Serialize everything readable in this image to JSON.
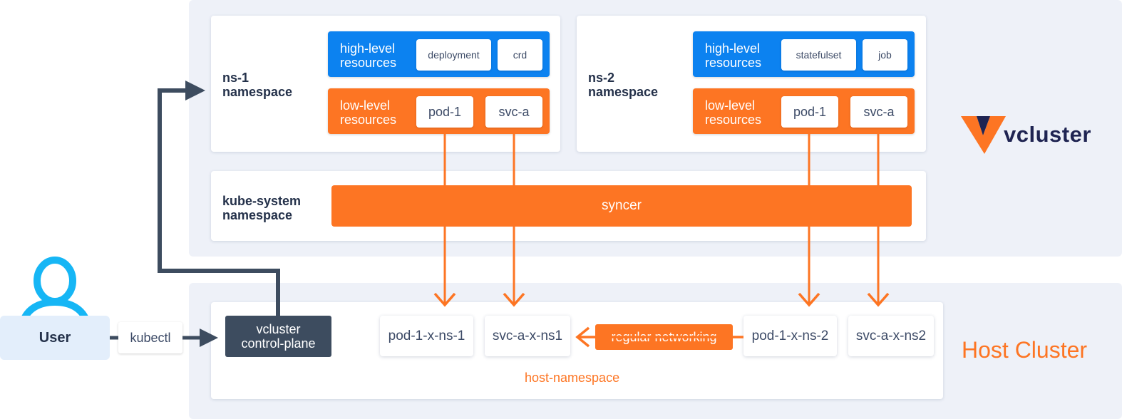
{
  "vcluster": {
    "ns1": {
      "label_line1": "ns-1",
      "label_line2": "namespace",
      "high_level": {
        "label_line1": "high-level",
        "label_line2": "resources",
        "items": [
          "deployment",
          "crd"
        ]
      },
      "low_level": {
        "label_line1": "low-level",
        "label_line2": "resources",
        "items": [
          "pod-1",
          "svc-a"
        ]
      }
    },
    "ns2": {
      "label_line1": "ns-2",
      "label_line2": "namespace",
      "high_level": {
        "label_line1": "high-level",
        "label_line2": "resources",
        "items": [
          "statefulset",
          "job"
        ]
      },
      "low_level": {
        "label_line1": "low-level",
        "label_line2": "resources",
        "items": [
          "pod-1",
          "svc-a"
        ]
      }
    },
    "kube_system": {
      "label_line1": "kube-system",
      "label_line2": "namespace",
      "syncer": "syncer"
    },
    "logo_text": "vcluster"
  },
  "host": {
    "title": "Host Cluster",
    "namespace_label": "host-namespace",
    "control_plane": {
      "line1": "vcluster",
      "line2": "control-plane"
    },
    "pods": [
      "pod-1-x-ns-1",
      "svc-a-x-ns1",
      "pod-1-x-ns-2",
      "svc-a-x-ns2"
    ],
    "networking_label": "regular networking"
  },
  "user": {
    "label": "User",
    "tool": "kubectl"
  },
  "colors": {
    "blue": "#0c82f0",
    "orange": "#fd7523",
    "dark": "#3d4c5f",
    "navy": "#1f2452",
    "cyan": "#16b6f5",
    "region_bg": "#eef1f8"
  }
}
